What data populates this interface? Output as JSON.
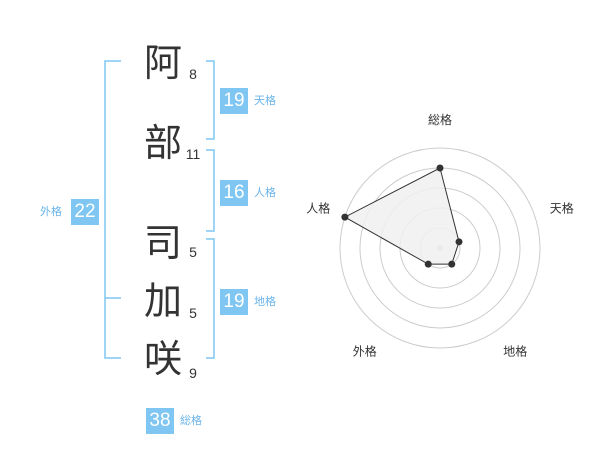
{
  "colors": {
    "accent": "#7fc6f2",
    "accent_text": "#6ab4ea",
    "ink": "#333333",
    "ring": "#cccccc",
    "polygon_fill": "#f0f0f0"
  },
  "name": {
    "characters": [
      {
        "char": "阿",
        "strokes": "8"
      },
      {
        "char": "部",
        "strokes": "11"
      },
      {
        "char": "司",
        "strokes": "5"
      },
      {
        "char": "加",
        "strokes": "5"
      },
      {
        "char": "咲",
        "strokes": "9"
      }
    ]
  },
  "fortunes": {
    "tenkaku": {
      "value": "19",
      "label": "天格"
    },
    "jinkaku": {
      "value": "16",
      "label": "人格"
    },
    "chikaku": {
      "value": "19",
      "label": "地格"
    },
    "gaikaku": {
      "value": "22",
      "label": "外格"
    },
    "soukaku": {
      "value": "38",
      "label": "総格"
    }
  },
  "chart_data": {
    "type": "radar",
    "axes": [
      "総格",
      "天格",
      "地格",
      "外格",
      "人格"
    ],
    "values": [
      4,
      1,
      1,
      1,
      5
    ],
    "rlim": [
      0,
      5
    ],
    "rings": 5
  }
}
